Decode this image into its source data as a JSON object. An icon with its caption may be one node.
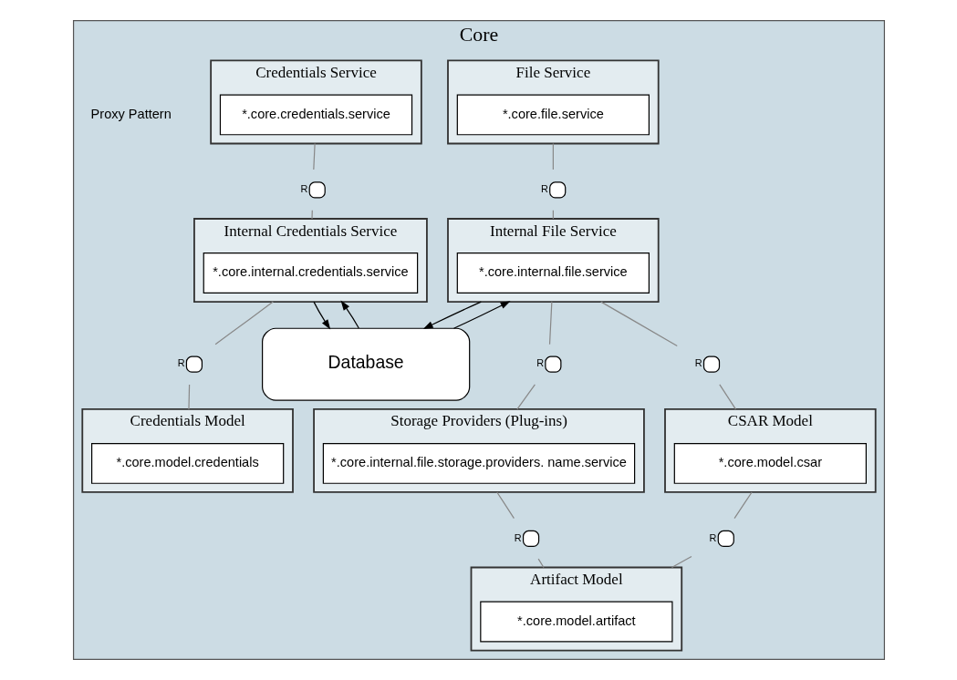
{
  "diagram": {
    "nodes": [
      {
        "text": [
          "Core"
        ]
      },
      {
        "text": [
          "File Service"
        ],
        "in": 0
      },
      {
        "text": [
          "*.core.file.service"
        ],
        "in": 1
      },
      {
        "text": [
          "Credentials Service"
        ],
        "in": 0
      },
      {
        "text": [
          "*.core.credentials.service"
        ],
        "in": 3
      },
      {
        "text": [
          "Internal File Service"
        ],
        "in": 0
      },
      {
        "text": [
          "*.core.internal.file.service"
        ],
        "in": 5
      },
      {
        "text": [
          "Internal Credentials Service"
        ],
        "in": 0
      },
      {
        "text": [
          "*.core.internal.credentials.service"
        ],
        "in": 7
      },
      {
        "text": [
          "Database"
        ],
        "in": 0
      },
      {
        "text": [
          "Storage Providers (Plug-ins)"
        ],
        "in": 0
      },
      {
        "text": [
          "*.core.internal.file.storage.providers. name.service"
        ],
        "in": 10
      },
      {
        "text": [
          "Artifact Model"
        ],
        "in": 0
      },
      {
        "text": [
          "*.core.model.artifact"
        ],
        "in": 12
      },
      {
        "text": [
          "CSAR Model"
        ],
        "in": 0
      },
      {
        "text": [
          "*.core.model.csar"
        ],
        "in": 14
      },
      {
        "text": [
          "Credentials Model"
        ],
        "in": 0
      },
      {
        "text": [
          "*.core.model.credentials"
        ],
        "in": 16
      },
      {
        "text": [],
        "shape": "circle",
        "in": 0,
        "beside": [
          "R"
        ]
      },
      {
        "text": [],
        "shape": "circle",
        "in": 0,
        "beside": [
          "R"
        ]
      },
      {
        "text": [],
        "shape": "circle",
        "in": 0,
        "beside": [
          "R"
        ]
      },
      {
        "text": [],
        "shape": "circle",
        "in": 0,
        "beside": [
          "R"
        ]
      },
      {
        "text": [],
        "shape": "circle",
        "in": 0,
        "beside": [
          "R"
        ]
      },
      {
        "text": [],
        "shape": "circle",
        "in": 0,
        "beside": [
          "R"
        ]
      },
      {
        "text": [],
        "shape": "circle",
        "in": 0,
        "beside": [
          "R"
        ]
      }
    ],
    "edges": [
      {
        "from": 1,
        "to": 18,
        "arrow": "none"
      },
      {
        "from": 18,
        "to": 5,
        "arrow": "none"
      },
      {
        "from": 3,
        "to": 19,
        "arrow": "none"
      },
      {
        "from": 19,
        "to": 7,
        "arrow": "none"
      },
      {
        "from": 5,
        "to": 9,
        "arrow": "to",
        "color": "#000000"
      },
      {
        "from": 9,
        "to": 5,
        "arrow": "to",
        "color": "#000000"
      },
      {
        "from": 7,
        "to": 9,
        "arrow": "to",
        "color": "#000000"
      },
      {
        "from": 9,
        "to": 7,
        "arrow": "to",
        "color": "#000000"
      },
      {
        "from": 5,
        "to": 20,
        "arrow": "none"
      },
      {
        "from": 20,
        "to": 10,
        "arrow": "none"
      },
      {
        "from": 5,
        "to": 21,
        "arrow": "none"
      },
      {
        "from": 21,
        "to": 14,
        "arrow": "none"
      },
      {
        "from": 7,
        "to": 22,
        "arrow": "none"
      },
      {
        "from": 22,
        "to": 16,
        "arrow": "none"
      },
      {
        "from": 10,
        "to": 23,
        "arrow": "none"
      },
      {
        "from": 23,
        "to": 12,
        "arrow": "none"
      },
      {
        "from": 14,
        "to": 24,
        "arrow": "none"
      },
      {
        "from": 24,
        "to": 12,
        "arrow": "none"
      }
    ],
    "labels": [
      "Proxy Pattern"
    ]
  }
}
